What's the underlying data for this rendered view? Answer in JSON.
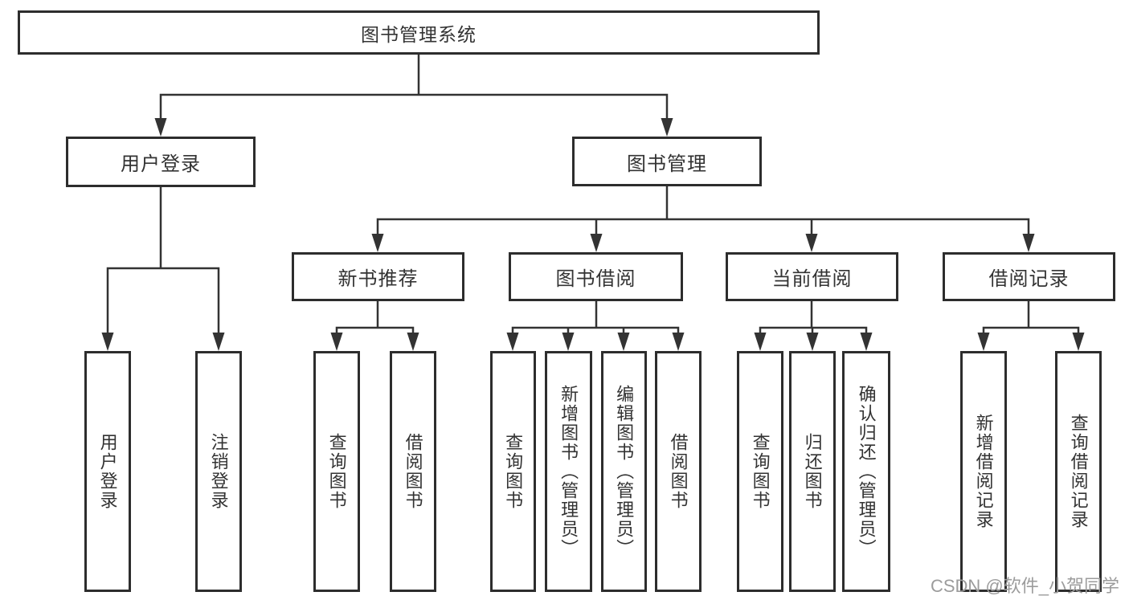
{
  "colors": {
    "box_border": "#2d2d2d",
    "connector_line": "#333333",
    "text": "#333333",
    "watermark_text": "#9c9c9c",
    "background": "#ffffff"
  },
  "watermark": {
    "text": "CSDN @软件_小贺同学"
  },
  "diagram": {
    "type": "hierarchy-tree",
    "title": "图书管理系统",
    "children": [
      {
        "label": "用户登录",
        "children": [
          {
            "label": "用户登录"
          },
          {
            "label": "注销登录"
          }
        ]
      },
      {
        "label": "图书管理",
        "children": [
          {
            "label": "新书推荐",
            "children": [
              {
                "label": "查询图书"
              },
              {
                "label": "借阅图书"
              }
            ]
          },
          {
            "label": "图书借阅",
            "children": [
              {
                "label": "查询图书"
              },
              {
                "label": "新增图书（管理员）"
              },
              {
                "label": "编辑图书（管理员）"
              },
              {
                "label": "借阅图书"
              }
            ]
          },
          {
            "label": "当前借阅",
            "children": [
              {
                "label": "查询图书"
              },
              {
                "label": "归还图书"
              },
              {
                "label": "确认归还（管理员）"
              }
            ]
          },
          {
            "label": "借阅记录",
            "children": [
              {
                "label": "新增借阅记录"
              },
              {
                "label": "查询借阅记录"
              }
            ]
          }
        ]
      }
    ]
  }
}
